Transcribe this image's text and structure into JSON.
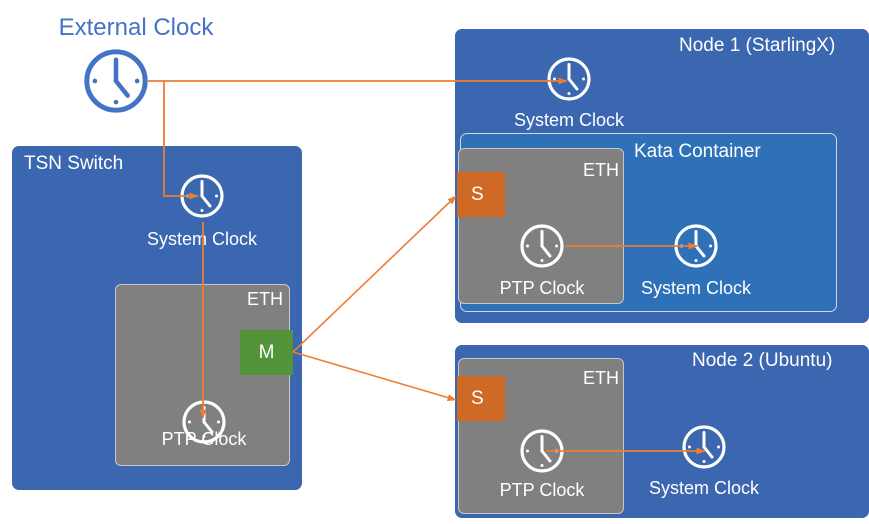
{
  "diagram": {
    "title": "PTP clock synchronization topology",
    "colors": {
      "node_blue": "#3b66b0",
      "kata_blue": "#2f71b8",
      "eth_gray": "#808080",
      "master_green": "#539339",
      "slave_orange": "#cf6a26",
      "arrow_orange": "#ed7d31",
      "external_clock_blue": "#4472c4",
      "white": "#ffffff"
    },
    "external_clock": {
      "label": "External Clock",
      "clock_icon": "clock-icon"
    },
    "tsn_switch": {
      "title": "TSN Switch",
      "system_clock_label": "System Clock",
      "system_clock_icon": "clock-icon",
      "eth": {
        "label": "ETH",
        "ptp_clock_label": "PTP Clock",
        "ptp_clock_icon": "clock-icon",
        "role_tag": "M",
        "role_name": "master"
      }
    },
    "node1": {
      "title": "Node 1 (StarlingX)",
      "system_clock_label": "System Clock",
      "system_clock_icon": "clock-icon",
      "kata": {
        "title": "Kata Container",
        "system_clock_label": "System Clock",
        "system_clock_icon": "clock-icon"
      },
      "eth": {
        "label": "ETH",
        "ptp_clock_label": "PTP Clock",
        "ptp_clock_icon": "clock-icon",
        "role_tag": "S",
        "role_name": "slave"
      }
    },
    "node2": {
      "title": "Node 2 (Ubuntu)",
      "system_clock_label": "System Clock",
      "system_clock_icon": "clock-icon",
      "eth": {
        "label": "ETH",
        "ptp_clock_label": "PTP Clock",
        "ptp_clock_icon": "clock-icon",
        "role_tag": "S",
        "role_name": "slave"
      }
    },
    "connections": [
      "external-clock-to-node1-system-clock",
      "external-clock-to-tsn-system-clock",
      "tsn-system-clock-to-tsn-ptp-clock",
      "tsn-master-to-node1-slave",
      "tsn-master-to-node2-slave",
      "node1-ptp-clock-to-kata-system-clock",
      "node2-ptp-clock-to-node2-system-clock"
    ]
  }
}
